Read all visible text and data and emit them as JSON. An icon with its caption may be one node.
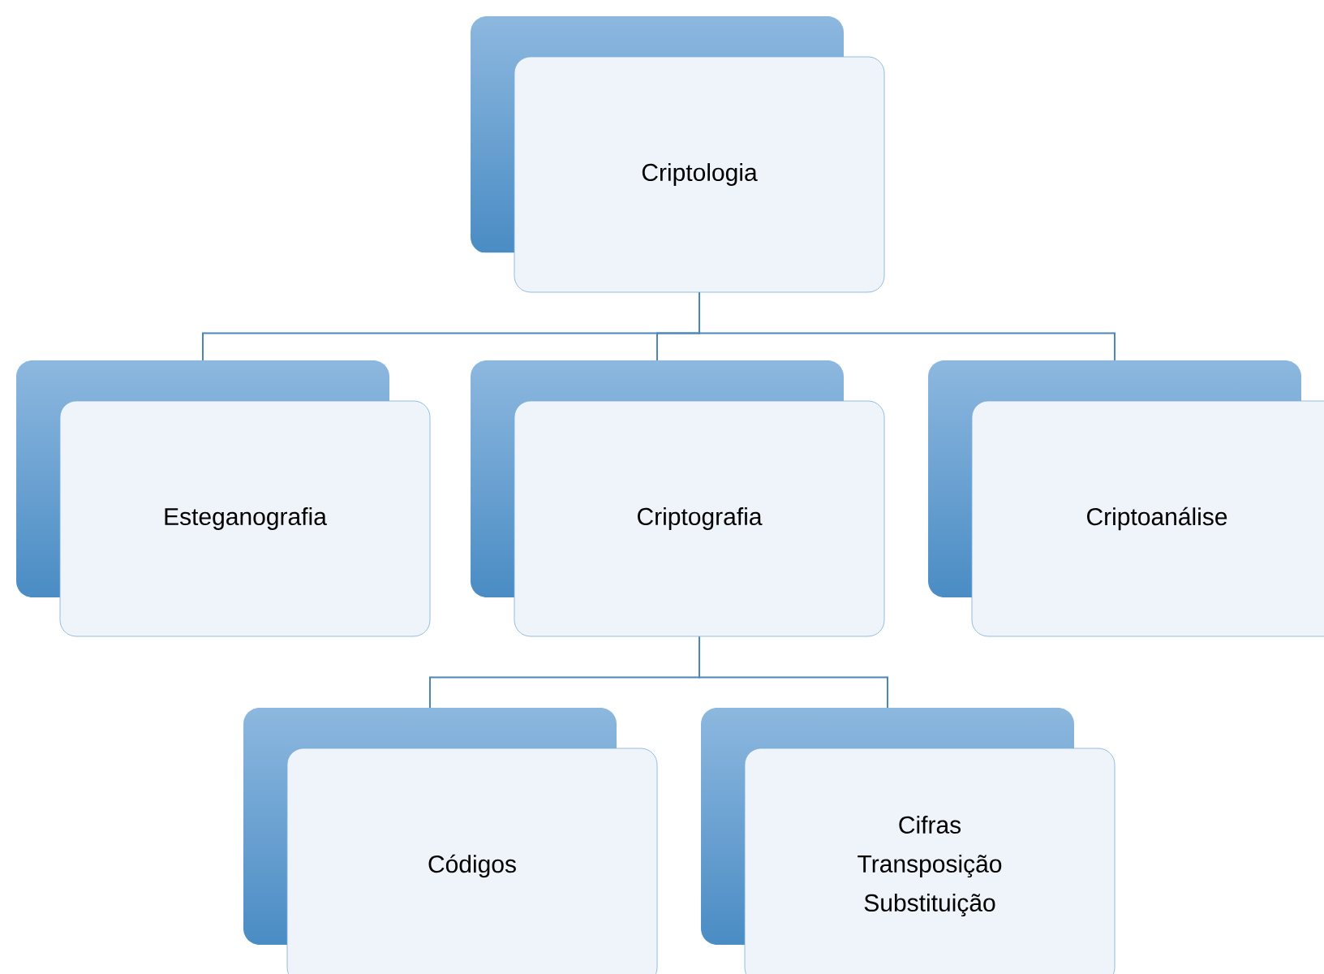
{
  "diagram": {
    "nodes": [
      {
        "text": [
          "Criptologia"
        ]
      },
      {
        "text": [
          "Esteganografia"
        ]
      },
      {
        "text": [
          "Criptografia"
        ]
      },
      {
        "text": [
          "Criptoanálise"
        ]
      },
      {
        "text": [
          "Códigos"
        ]
      },
      {
        "text": [
          "Cifras",
          "Transposição",
          "Substituição"
        ]
      }
    ],
    "edges": [
      {
        "from": 0,
        "to": 1,
        "arrow": "none"
      },
      {
        "from": 0,
        "to": 2,
        "arrow": "none"
      },
      {
        "from": 0,
        "to": 3,
        "arrow": "none"
      },
      {
        "from": 2,
        "to": 4,
        "arrow": "none"
      },
      {
        "from": 2,
        "to": 5,
        "arrow": "none"
      }
    ]
  }
}
